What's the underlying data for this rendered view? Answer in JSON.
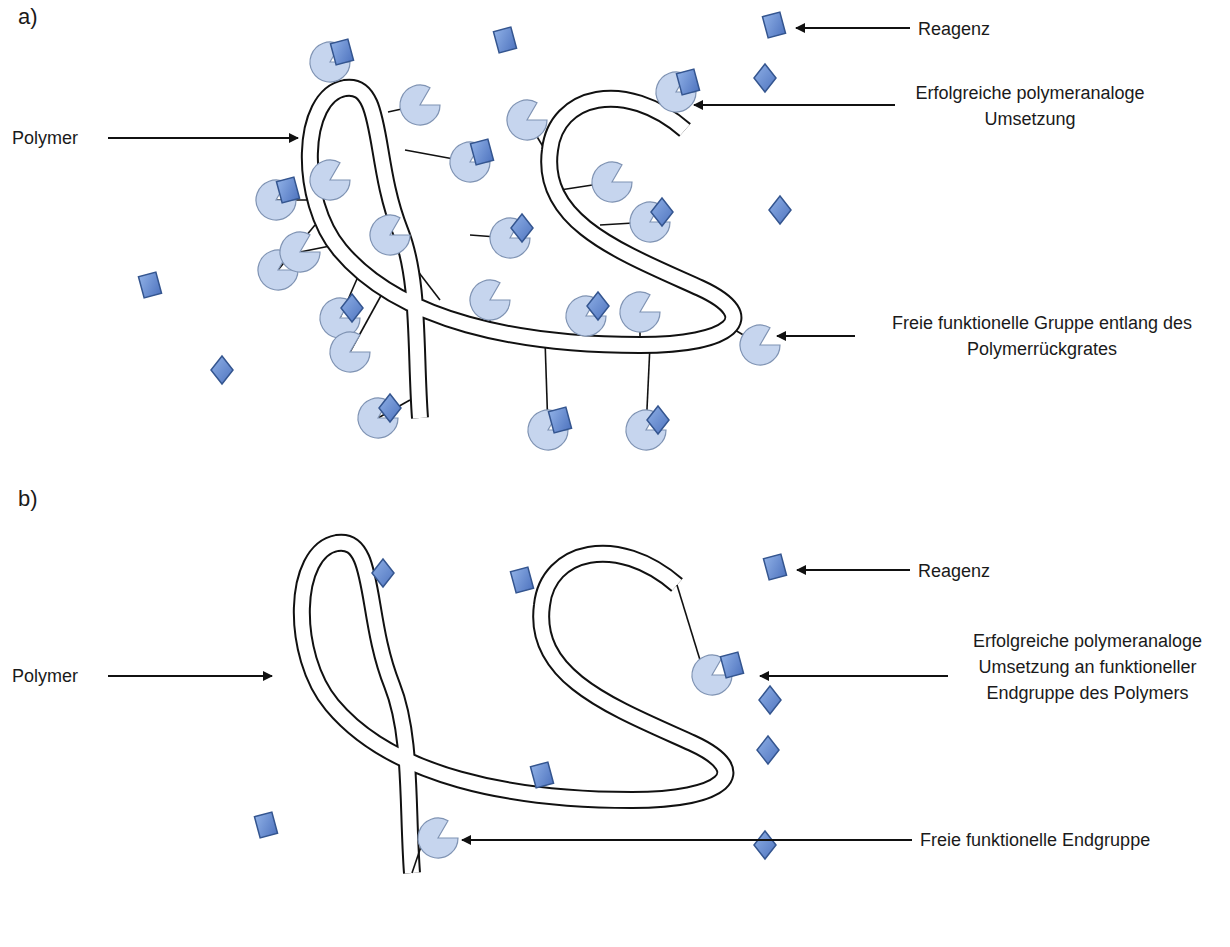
{
  "diagram": {
    "labels": [
      "a)",
      "Reagenz",
      "Polymer",
      "Erfolgreiche polymeranaloge Umsetzung",
      "Freie funktionelle Gruppe entlang des Polymerrückgrates",
      "b)",
      "Reagenz",
      "Polymer",
      "Erfolgreiche polymeranaloge Umsetzung an funktioneller Endgruppe des Polymers",
      "Freie funktionelle Endgruppe"
    ]
  }
}
